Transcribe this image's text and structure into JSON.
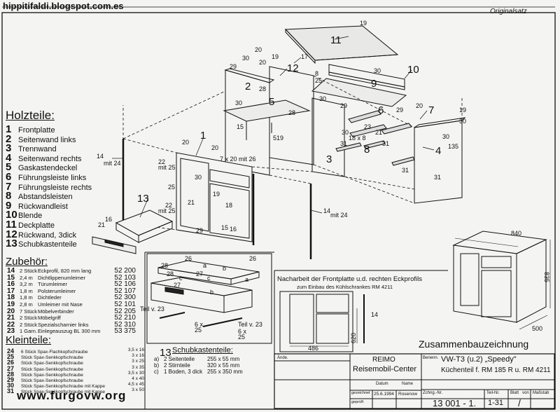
{
  "watermark_top": "hippitifaldi.blogspot.com.es",
  "watermark_bottom": "www.furgovw.org",
  "stamp": "Originalsatz",
  "holzteile": {
    "title": "Holzteile:",
    "items": [
      {
        "n": "1",
        "label": "Frontplatte"
      },
      {
        "n": "2",
        "label": "Seitenwand links"
      },
      {
        "n": "3",
        "label": "Trennwand"
      },
      {
        "n": "4",
        "label": "Seitenwand rechts"
      },
      {
        "n": "5",
        "label": "Gaskastendeckel"
      },
      {
        "n": "6",
        "label": "Führungsleiste links"
      },
      {
        "n": "7",
        "label": "Führungsleiste rechts"
      },
      {
        "n": "8",
        "label": "Abstandsleisten"
      },
      {
        "n": "9",
        "label": "Rückwandleist"
      },
      {
        "n": "10",
        "label": "Blende"
      },
      {
        "n": "11",
        "label": "Deckplatte"
      },
      {
        "n": "12",
        "label": "Rückwand, 3dick"
      },
      {
        "n": "13",
        "label": "Schubkastenteile"
      }
    ]
  },
  "zubehoer": {
    "title": "Zubehör:",
    "items": [
      {
        "n": "14",
        "q": "2 Stück",
        "label": "Eckprofil, 820 mm lang",
        "code": "52 200"
      },
      {
        "n": "15",
        "q": "2,4 m",
        "label": "Dichtlippenumleimer",
        "code": "52 103"
      },
      {
        "n": "16",
        "q": "3,2 m",
        "label": "Türumleimer",
        "code": "52 106"
      },
      {
        "n": "17",
        "q": "1,8 m",
        "label": "Polsterumleimer",
        "code": "52 107"
      },
      {
        "n": "18",
        "q": "1,8 m",
        "label": "Dichtleder",
        "code": "52 300"
      },
      {
        "n": "19",
        "q": "2,8 m",
        "label": "Umleimer mit Nase",
        "code": "52 101"
      },
      {
        "n": "20",
        "q": "7 Stück",
        "label": "Möbelverbinder",
        "code": "52 205"
      },
      {
        "n": "21",
        "q": "2 Stück",
        "label": "Möbelgriff",
        "code": "52 210"
      },
      {
        "n": "22",
        "q": "2 Stück",
        "label": "Spezialscharnier links",
        "code": "52 310"
      },
      {
        "n": "23",
        "q": "1 Garn.",
        "label": "Einlegeauszug BL 300 mm",
        "code": "53 375"
      }
    ]
  },
  "kleinteile": {
    "title": "Kleinteile:",
    "items": [
      {
        "n": "24",
        "label": "6 Stück Spax-Flachkopfschraube",
        "size": "3,5 x 16"
      },
      {
        "n": "25",
        "label": "Stück Spax-Senkkopfschraube",
        "size": "3 x 16"
      },
      {
        "n": "26",
        "label": "Stück Spax-Senkkopfschraube",
        "size": "3 x 25"
      },
      {
        "n": "27",
        "label": "Stück Spax-Senkkopfschraube",
        "size": "3 x 35"
      },
      {
        "n": "28",
        "label": "Stück Spax-Senkkopfschraube",
        "size": "3,5 x 30"
      },
      {
        "n": "29",
        "label": "Stück Spax-Senkkopfschraube",
        "size": "4 x 40"
      },
      {
        "n": "30",
        "label": "Stück Spax-Senkkopfschraube mit Kappe",
        "size": "4,5 x 45"
      },
      {
        "n": "31",
        "label": "Stück Spax-Senkkopfschraube mit Kappe",
        "size": "3 x 50"
      }
    ]
  },
  "schubkasten": {
    "title": "Schubkastenteile:",
    "num": "13",
    "items": [
      {
        "k": "a)",
        "label": "2 Seitenteile",
        "size": "255 x 55 mm"
      },
      {
        "k": "b)",
        "label": "2 Stirnteile",
        "size": "320 x 55 mm"
      },
      {
        "k": "c)",
        "label": "1 Boden, 3 dick",
        "size": "255 x 350 mm"
      }
    ]
  },
  "nacharbeit": {
    "line1": "Nacharbeit der Frontplatte u.d. rechten Eckprofils",
    "line2": "zum Einbau des Kühlschrankes RM 4211",
    "dim_w": "486",
    "dim_h": "620",
    "dim_14": "14"
  },
  "zusammenbau": {
    "title": "Zusammenbauzeichnung",
    "dim_w": "840",
    "dim_h": "835",
    "dim_d": "500"
  },
  "titleblock": {
    "aende": "Ände.",
    "company1": "REIMO",
    "company2": "Reisemobil-Center",
    "col_datum": "Datum",
    "col_name": "Name",
    "gezeichnet": "gezeichnet",
    "geprueft": "geprüft",
    "datum": "25.6.1994",
    "name": "Rosenow",
    "benenn_label": "Benenn.",
    "benenn1": "VW-T3 (u.2) „Speedy\"",
    "benenn2": "Küchenteil f. RM 185 R u. RM 4211",
    "zchng_label": "Zchng.-Nr.",
    "zchng_nr": "13 001 - 1.",
    "teil_label": "Teil-Nr.",
    "teil_nr": "1-31",
    "blatt_label": "Blatt",
    "von_label": "von",
    "blatt": "/",
    "massstab_label": "Maßstab"
  },
  "callouts": {
    "c1": "1",
    "c2": "2",
    "c3": "3",
    "c4": "4",
    "c5": "5",
    "c6": "6",
    "c7": "7",
    "c8": "8",
    "c9": "9",
    "c10": "10",
    "c11": "11",
    "c12": "12",
    "c13": "13",
    "c14a": "14",
    "c14a_sub": "mit 24",
    "c14b": "14",
    "c14b_sub": "mit 24",
    "c15": "15",
    "c16": "16",
    "c15b": "15",
    "c16b": "16",
    "c17": "17",
    "c18": "18",
    "c19": "19",
    "c19b": "19",
    "c19c": "19",
    "c19d": "19",
    "c20": "20",
    "c20b": "20",
    "c20c": "20",
    "c20d": "20",
    "c20e": "20",
    "c21": "21",
    "c21b": "21",
    "c21c": "21",
    "c22": "22",
    "c22_sub": "mit 25",
    "c25": "25",
    "c22b": "22",
    "c22b_sub": "mit 25",
    "c23": "23",
    "c23b": "23",
    "c26": "26",
    "c26b": "26",
    "c27": "27",
    "c27b": "27",
    "c28": "28",
    "c28b": "28",
    "c29": "29",
    "c29b": "29",
    "c29c": "29",
    "c29d": "29",
    "c30": "30",
    "c30b": "30",
    "c30c": "30",
    "c30d": "30",
    "c30e": "30",
    "c30f": "30",
    "c30g": "30",
    "c30h": "30",
    "c31": "31",
    "c31b": "31",
    "c31c": "31",
    "c31d": "31",
    "c7x20": "7 x 20 mit 26",
    "c519": "519",
    "c135": "135",
    "c8_25": "8",
    "c25b": "25",
    "c30_8": "30",
    "c18_8": "18 x 8",
    "c_a": "a",
    "c_b": "b",
    "c_c": "c",
    "c_a2": "a",
    "c_b2": "b",
    "c_c2": "c",
    "teil23a": "Teil v. 23",
    "teil23b": "Teil v. 23",
    "c6x25": "6 x",
    "c6x25b": "25",
    "c6x25c": "6 x",
    "c6x25d": "25"
  }
}
